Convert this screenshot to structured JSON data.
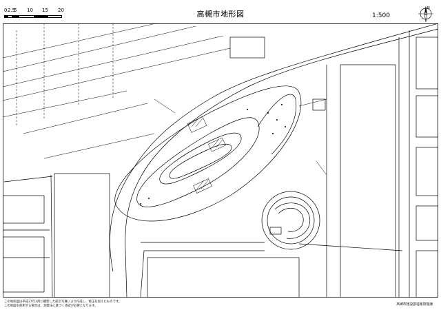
{
  "map": {
    "title": "高槻市地形図",
    "scale": "1:500",
    "scale_bar": {
      "labels": [
        "0",
        "2.5",
        "5",
        "10",
        "15",
        "20"
      ]
    },
    "compass": {
      "label": "N",
      "icon": "north-arrow-icon"
    },
    "notes": [
      "この地形図は平成27年3月に撮影した航空写真により作成し、修正を加えたものです。",
      "この地図を使用する場合は、測量法に基づく承認が必要となります。"
    ],
    "publisher": "高槻市建設部道路管理課"
  }
}
